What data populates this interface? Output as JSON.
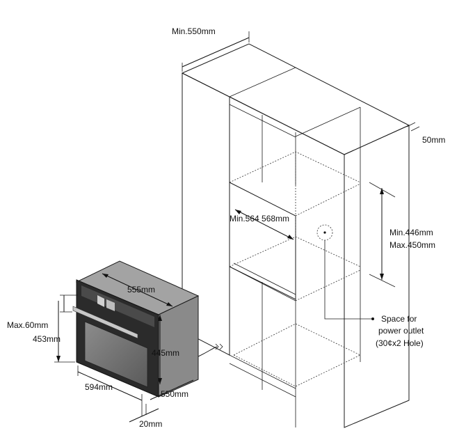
{
  "labels": {
    "cabinet_depth": "Min.550mm",
    "cabinet_gap": "50mm",
    "niche_width": "Min.564 568mm",
    "niche_height_min": "Min.446mm",
    "niche_height_max": "Max.450mm",
    "outlet_line1": "Space for",
    "outlet_line2": "power outlet",
    "outlet_line3": "(30¢x2 Hole)",
    "oven_panel_width": "555mm",
    "oven_panel_height": "Max.60mm",
    "oven_height": "453mm",
    "oven_body_height": "445mm",
    "oven_width": "594mm",
    "oven_depth": "550mm",
    "oven_door_depth": "20mm"
  },
  "colors": {
    "oven_side": "#8a8a8a",
    "oven_top": "#9a9a9a",
    "oven_front": "#2b2b2b",
    "oven_glass": "#6f6f6f",
    "line": "#1a1a1a"
  }
}
